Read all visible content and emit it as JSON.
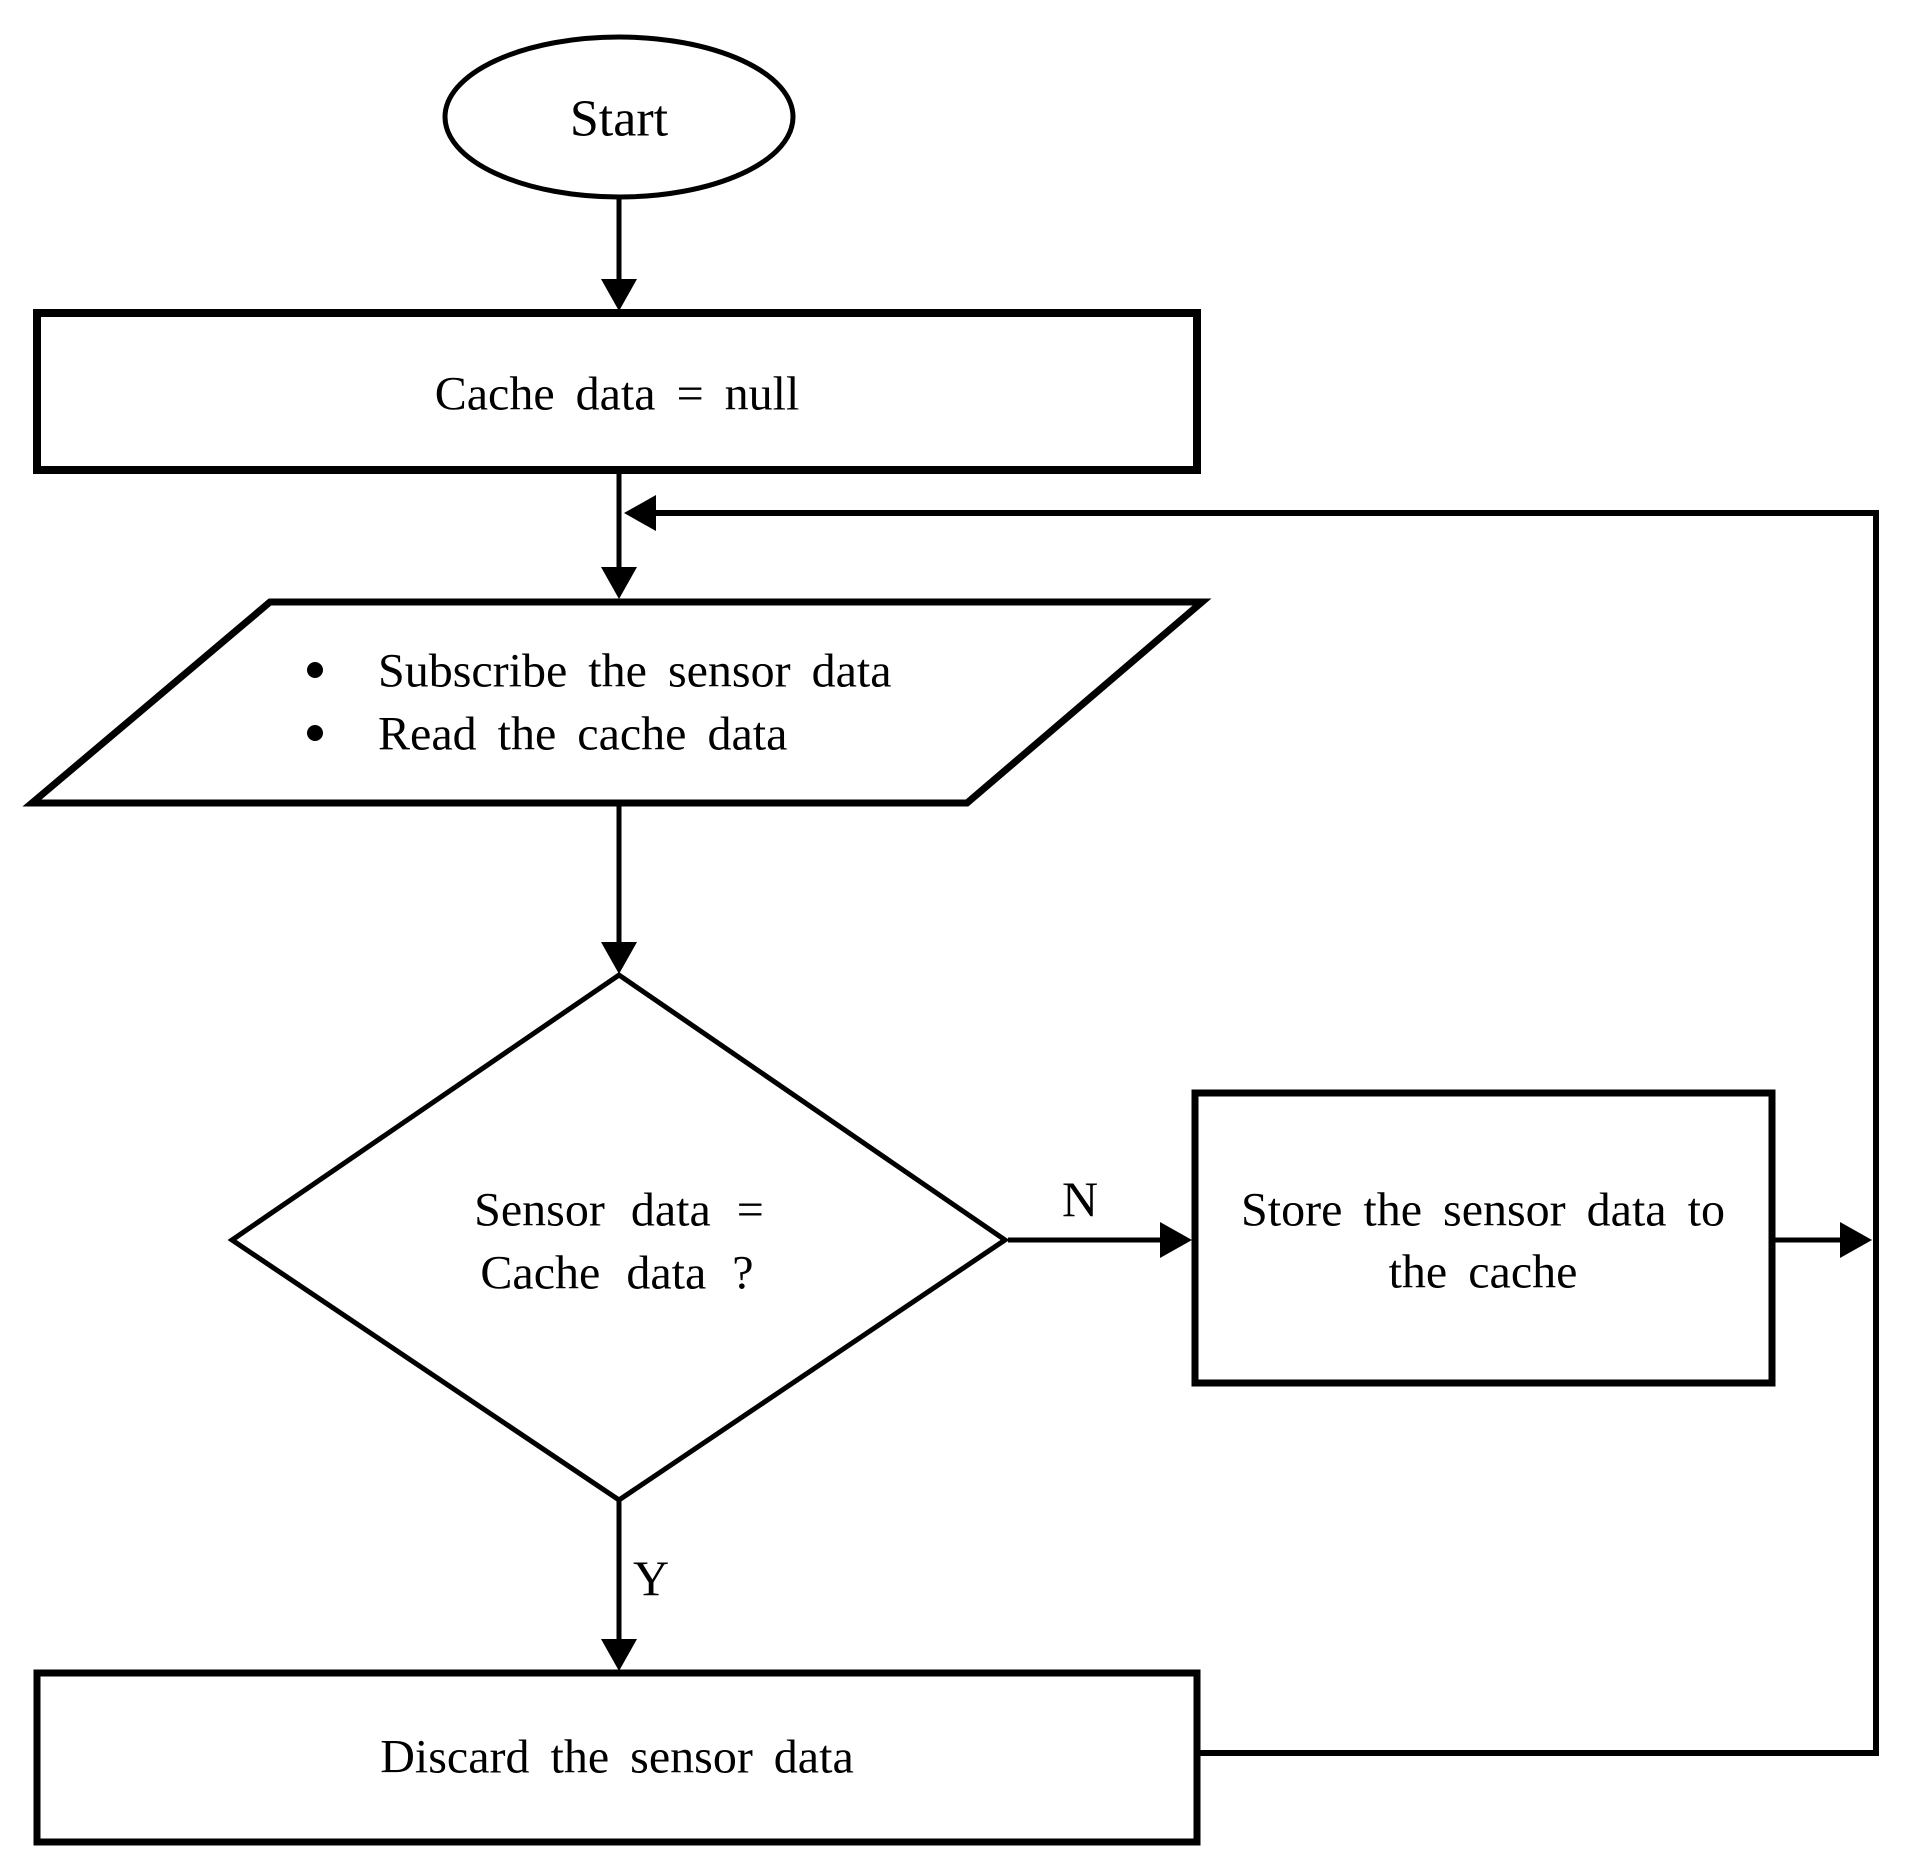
{
  "colors": {
    "line": "#000000",
    "text": "#000000",
    "background": "#ffffff"
  },
  "flowchart": {
    "start": {
      "label": "Start"
    },
    "init": {
      "label": "Cache data = null"
    },
    "subscribe_io": {
      "items": [
        {
          "label": "Subscribe the sensor data"
        },
        {
          "label": "Read the cache data"
        }
      ]
    },
    "decision": {
      "line1": "Sensor data =",
      "line2": "Cache data ?"
    },
    "store": {
      "line1": "Store the sensor data to",
      "line2": "the cache"
    },
    "discard": {
      "label": "Discard the sensor data"
    },
    "branch_labels": {
      "no": "N",
      "yes": "Y"
    }
  }
}
